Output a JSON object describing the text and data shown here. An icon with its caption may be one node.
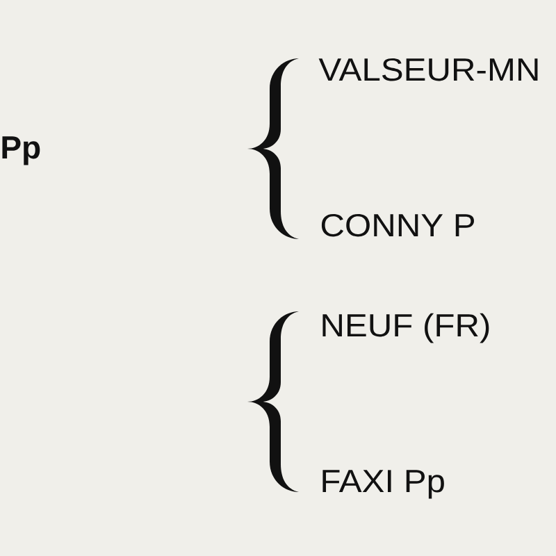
{
  "diagram": {
    "nodes": [
      {
        "text": [],
        "shape": "brace"
      },
      {
        "text": [],
        "shape": "brace"
      }
    ],
    "labels": [
      "Pp",
      "VALSEUR-MN",
      "CONNY P",
      "NEUF (FR)",
      "FAXI Pp"
    ]
  }
}
